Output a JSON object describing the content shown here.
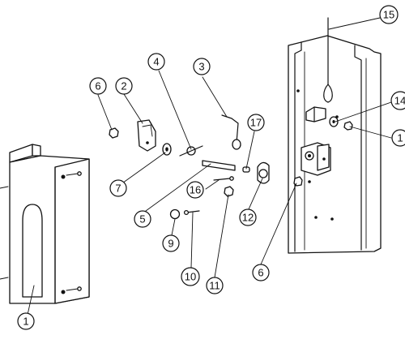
{
  "callouts": [
    {
      "id": "c1",
      "label": "1"
    },
    {
      "id": "c2",
      "label": "2"
    },
    {
      "id": "c3",
      "label": "3"
    },
    {
      "id": "c4",
      "label": "4"
    },
    {
      "id": "c5",
      "label": "5"
    },
    {
      "id": "c6a",
      "label": "6"
    },
    {
      "id": "c6b",
      "label": "6"
    },
    {
      "id": "c7",
      "label": "7"
    },
    {
      "id": "c9",
      "label": "9"
    },
    {
      "id": "c10",
      "label": "10"
    },
    {
      "id": "c11",
      "label": "11"
    },
    {
      "id": "c12",
      "label": "12"
    },
    {
      "id": "c14",
      "label": "14"
    },
    {
      "id": "c15",
      "label": "15"
    },
    {
      "id": "c16",
      "label": "16"
    },
    {
      "id": "c17",
      "label": "17"
    },
    {
      "id": "c13",
      "label": "1"
    }
  ]
}
